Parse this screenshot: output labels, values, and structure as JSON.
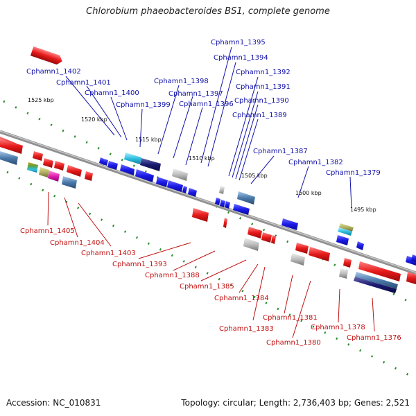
{
  "title": "Chlorobium phaeobacteroides BS1, complete genome",
  "accession": "Accession: NC_010831",
  "summary": "Topology: circular; Length: 2,736,403 bp; Genes: 2,521",
  "ticks": [
    "1525 kbp",
    "1520 kbp",
    "1515 kbp",
    "1510 kbp",
    "1505 kbp",
    "1500 kbp",
    "1495 kbp"
  ],
  "top_labels": [
    "Cphamn1_1402",
    "Cphamn1_1401",
    "Cphamn1_1400",
    "Cphamn1_1399",
    "Cphamn1_1398",
    "Cphamn1_1397",
    "Cphamn1_1396",
    "Cphamn1_1395",
    "Cphamn1_1394",
    "Cphamn1_1392",
    "Cphamn1_1391",
    "Cphamn1_1390",
    "Cphamn1_1389",
    "Cphamn1_1387",
    "Cphamn1_1382",
    "Cphamn1_1379"
  ],
  "bottom_labels": [
    "Cphamn1_1405",
    "Cphamn1_1404",
    "Cphamn1_1403",
    "Cphamn1_1393",
    "Cphamn1_1388",
    "Cphamn1_1385",
    "Cphamn1_1384",
    "Cphamn1_1383",
    "Cphamn1_1381",
    "Cphamn1_1380",
    "Cphamn1_1378",
    "Cphamn1_1376"
  ],
  "colors": {
    "top_label": "#1010a8",
    "bottom_label": "#c01010",
    "forward_gene": "#1a1ae6",
    "reverse_gene": "#e61a1a",
    "backbone": "#808080",
    "tick_dot": "#2a8a2a"
  }
}
